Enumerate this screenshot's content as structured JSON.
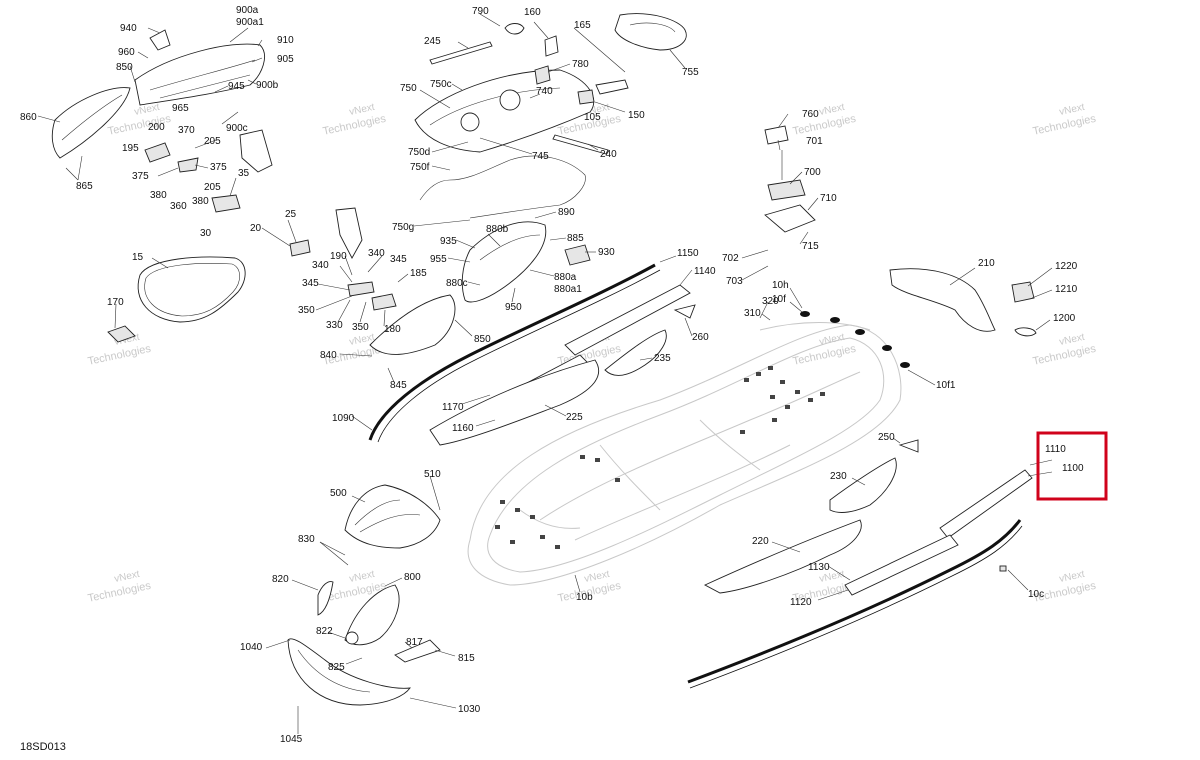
{
  "diagram_code": "18SD013",
  "watermark_line1": "vNext",
  "watermark_line2": "Technologies",
  "highlight_color": "#d0021b",
  "labels": {
    "l940": "940",
    "l900a": "900a",
    "l900a1": "900a1",
    "l910": "910",
    "l960": "960",
    "l905": "905",
    "l850a": "850",
    "l945": "945",
    "l900b": "900b",
    "l965": "965",
    "l900c": "900c",
    "l860": "860",
    "l200": "200",
    "l370": "370",
    "l205a": "205",
    "l195": "195",
    "l375a": "375",
    "l375b": "375",
    "l35": "35",
    "l205b": "205",
    "l380a": "380",
    "l380b": "380",
    "l360": "360",
    "l30": "30",
    "l865": "865",
    "l245": "245",
    "l790": "790",
    "l160": "160",
    "l165": "165",
    "l755": "755",
    "l780": "780",
    "l750c": "750c",
    "l750": "750",
    "l740": "740",
    "l150": "150",
    "l105": "105",
    "l240": "240",
    "l745": "745",
    "l750d": "750d",
    "l750f": "750f",
    "l750g": "750g",
    "l760": "760",
    "l701": "701",
    "l700": "700",
    "l710": "710",
    "l715": "715",
    "l702": "702",
    "l703": "703",
    "l25": "25",
    "l20": "20",
    "l890": "890",
    "l880b": "880b",
    "l885": "885",
    "l935": "935",
    "l930": "930",
    "l955": "955",
    "l880a": "880a",
    "l880a1": "880a1",
    "l880c": "880c",
    "l950": "950",
    "l15": "15",
    "l170": "170",
    "l190": "190",
    "l340a": "340",
    "l340b": "340",
    "l345a": "345",
    "l345b": "345",
    "l185": "185",
    "l350a": "350",
    "l350b": "350",
    "l330": "330",
    "l180": "180",
    "l840": "840",
    "l845": "845",
    "l850b": "850",
    "l1090": "1090",
    "l1150": "1150",
    "l1140": "1140",
    "l260": "260",
    "l235": "235",
    "l1170": "1170",
    "l1160": "1160",
    "l225": "225",
    "l210": "210",
    "l1220": "1220",
    "l1210": "1210",
    "l1200": "1200",
    "l320": "320",
    "l310": "310",
    "l10h": "10h",
    "l10f": "10f",
    "l10f1": "10f1",
    "l250": "250",
    "l1110": "1110",
    "l1100": "1100",
    "l230": "230",
    "l220": "220",
    "l1130": "1130",
    "l1120": "1120",
    "l10c": "10c",
    "l10b": "10b",
    "l500": "500",
    "l510": "510",
    "l830": "830",
    "l820": "820",
    "l800": "800",
    "l1040": "1040",
    "l822": "822",
    "l817": "817",
    "l825": "825",
    "l815": "815",
    "l1030": "1030",
    "l1045": "1045"
  }
}
